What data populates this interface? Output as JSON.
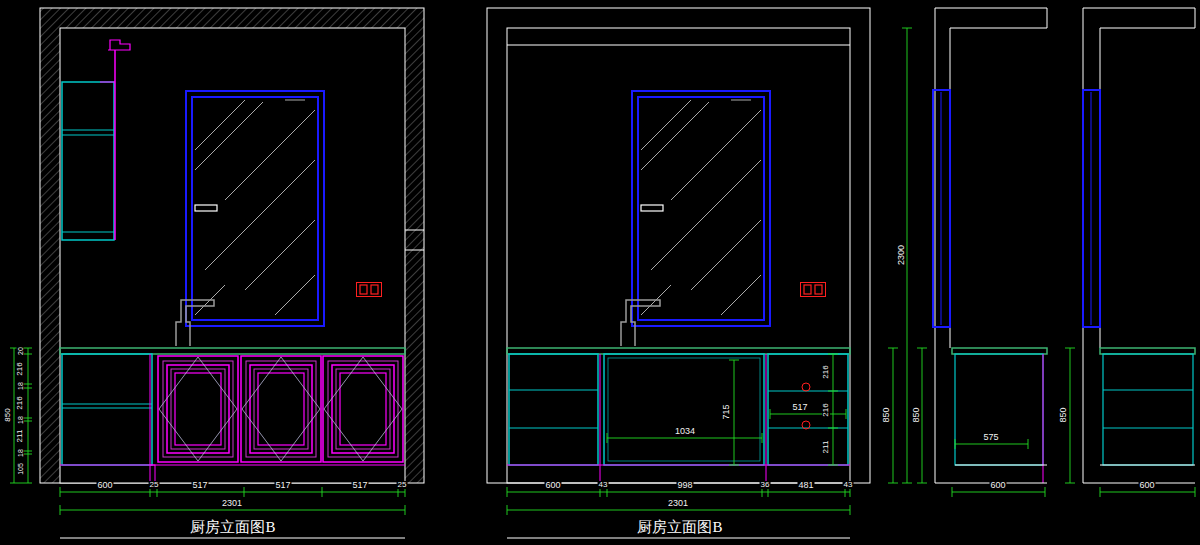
{
  "diagram": {
    "labels": [
      "850",
      "20",
      "216",
      "18",
      "216",
      "18",
      "211",
      "18",
      "105",
      "600",
      "25",
      "517",
      "517",
      "517",
      "25",
      "2301",
      "厨房立面图B",
      "715",
      "1034",
      "216",
      "517",
      "216",
      "211",
      "600",
      "43",
      "998",
      "36",
      "481",
      "43",
      "2301",
      "厨房立面图B",
      "850",
      "2300",
      "850",
      "575",
      "600",
      "850",
      "600"
    ]
  }
}
